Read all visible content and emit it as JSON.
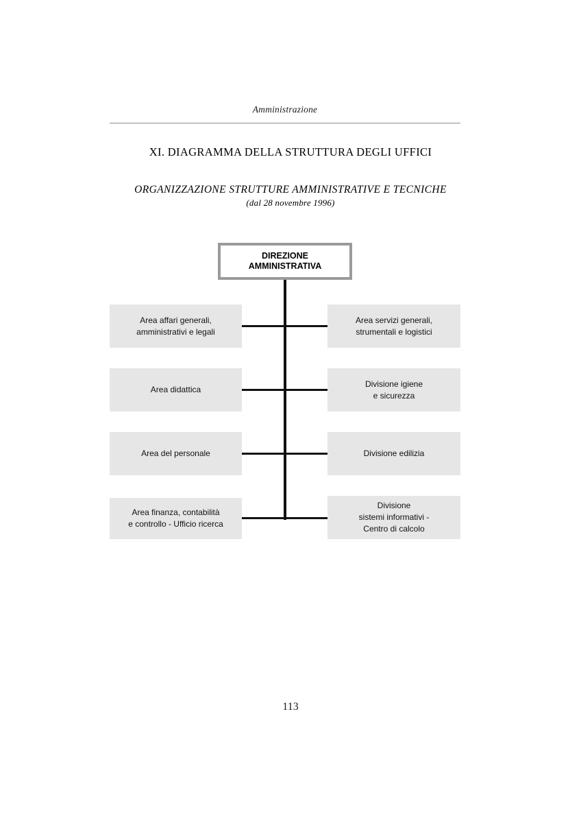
{
  "page": {
    "running_head": "Amministrazione",
    "section_title": "XI. DIAGRAMMA DELLA STRUTTURA DEGLI UFFICI",
    "subtitle": "ORGANIZZAZIONE STRUTTURE AMMINISTRATIVE E TECNICHE",
    "subtitle_date": "(dal 28 novembre 1996)",
    "folio": "113"
  },
  "colors": {
    "root_border": "#9a9a9a",
    "node_fill": "#e6e6e6",
    "connector": "#111111",
    "rule": "#8c8c8c",
    "text": "#000000"
  },
  "chart_data": {
    "type": "diagram",
    "title": "ORGANIZZAZIONE STRUTTURE AMMINISTRATIVE E TECNICHE",
    "subtitle": "(dal 28 novembre 1996)",
    "layout": "org-chart, single root with a vertical trunk and four horizontal branches, each branch feeding one box on the left and one box on the right",
    "root": {
      "label_line1": "DIREZIONE",
      "label_line2": "AMMINISTRATIVA"
    },
    "rows": [
      {
        "left": {
          "lines": [
            "Area affari generali,",
            "amministrativi e legali"
          ]
        },
        "right": {
          "lines": [
            "Area servizi generali,",
            "strumentali e logistici"
          ]
        }
      },
      {
        "left": {
          "lines": [
            "Area didattica"
          ]
        },
        "right": {
          "lines": [
            "Divisione igiene",
            "e sicurezza"
          ]
        }
      },
      {
        "left": {
          "lines": [
            "Area del personale"
          ]
        },
        "right": {
          "lines": [
            "Divisione edilizia"
          ]
        }
      },
      {
        "left": {
          "lines": [
            "Area finanza, contabilità",
            "e controllo - Ufficio ricerca"
          ]
        },
        "right": {
          "lines": [
            "Divisione",
            "sistemi informativi -",
            "Centro di calcolo"
          ]
        }
      }
    ]
  }
}
